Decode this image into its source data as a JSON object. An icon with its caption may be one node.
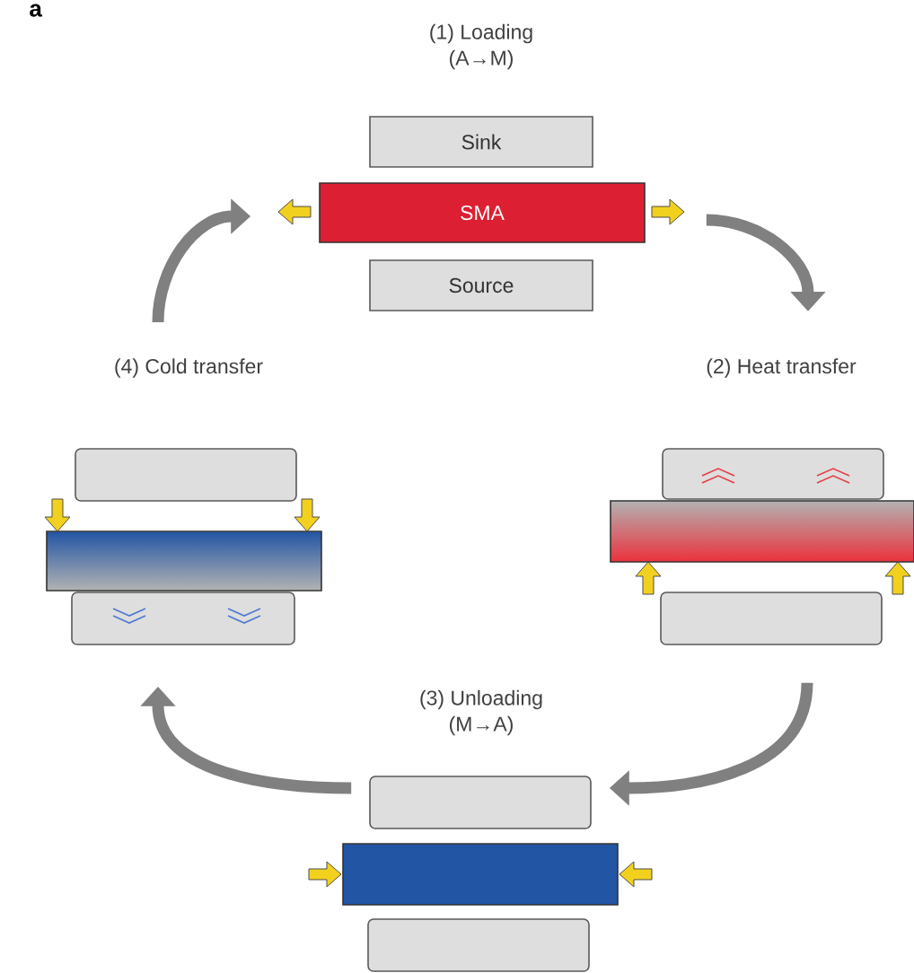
{
  "diagram": {
    "nodes": [
      {
        "text": [
          "(1) Loading",
          "(A→M)"
        ]
      },
      {
        "text": [
          "Sink"
        ]
      },
      {
        "text": [
          "SMA"
        ]
      },
      {
        "text": [
          "Source"
        ]
      },
      {
        "text": [
          "(2) Heat transfer"
        ]
      },
      {
        "text": [],
        "shape": "box"
      },
      {
        "text": [],
        "shape": "bar"
      },
      {
        "text": [],
        "shape": "box"
      },
      {
        "text": [
          "(3) Unloading",
          "(M→A)"
        ]
      },
      {
        "text": [],
        "shape": "box"
      },
      {
        "text": [],
        "shape": "bar"
      },
      {
        "text": [],
        "shape": "box"
      },
      {
        "text": [
          "(4) Cold transfer"
        ]
      },
      {
        "text": [],
        "shape": "box"
      },
      {
        "text": [],
        "shape": "bar"
      },
      {
        "text": [],
        "shape": "box"
      }
    ],
    "edges": [
      {
        "from": 2,
        "to": 4,
        "arrow": "to"
      },
      {
        "from": 7,
        "to": 9,
        "arrow": "to"
      },
      {
        "from": 9,
        "to": 15,
        "arrow": "to"
      },
      {
        "from": 12,
        "to": 2,
        "arrow": "to"
      }
    ],
    "labels": [
      "a"
    ]
  }
}
